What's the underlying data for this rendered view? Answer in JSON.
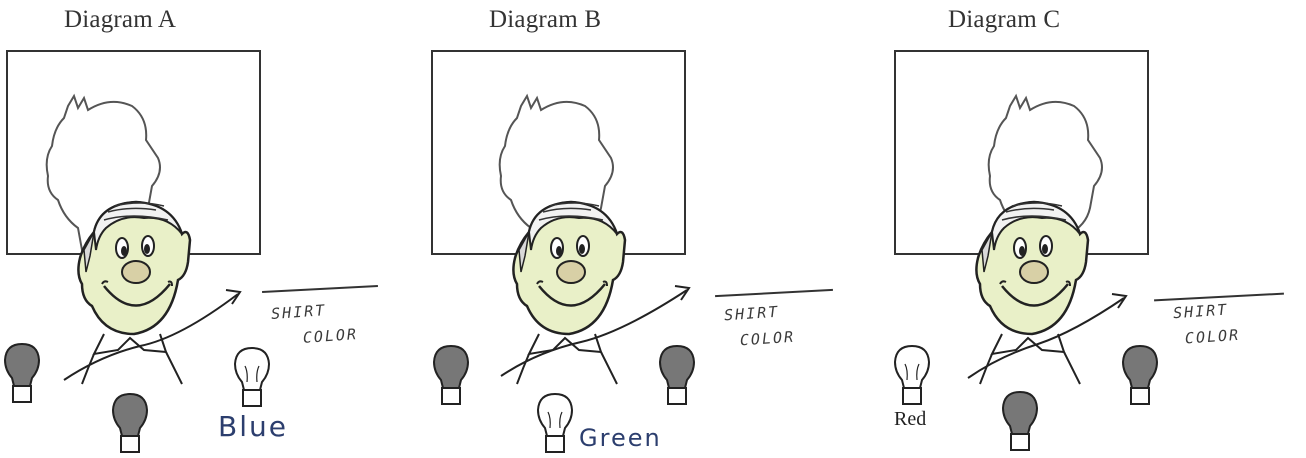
{
  "diagrams": [
    {
      "title": "Diagram A",
      "shirt_label_line1": "SHIRT",
      "shirt_label_line2": "COLOR",
      "answer": "Blue",
      "bulbs": [
        {
          "state": "lit",
          "color": "#777777"
        },
        {
          "state": "lit",
          "color": "#777777"
        },
        {
          "state": "unlit",
          "color": "#ffffff"
        }
      ]
    },
    {
      "title": "Diagram B",
      "shirt_label_line1": "SHIRT",
      "shirt_label_line2": "COLOR",
      "answer": "Green",
      "bulbs": [
        {
          "state": "lit",
          "color": "#777777"
        },
        {
          "state": "unlit",
          "color": "#ffffff"
        },
        {
          "state": "lit",
          "color": "#777777"
        }
      ]
    },
    {
      "title": "Diagram C",
      "shirt_label_line1": "SHIRT",
      "shirt_label_line2": "COLOR",
      "answer": "Red",
      "bulbs": [
        {
          "state": "unlit",
          "color": "#ffffff"
        },
        {
          "state": "lit",
          "color": "#777777"
        },
        {
          "state": "lit",
          "color": "#777777"
        }
      ]
    }
  ]
}
